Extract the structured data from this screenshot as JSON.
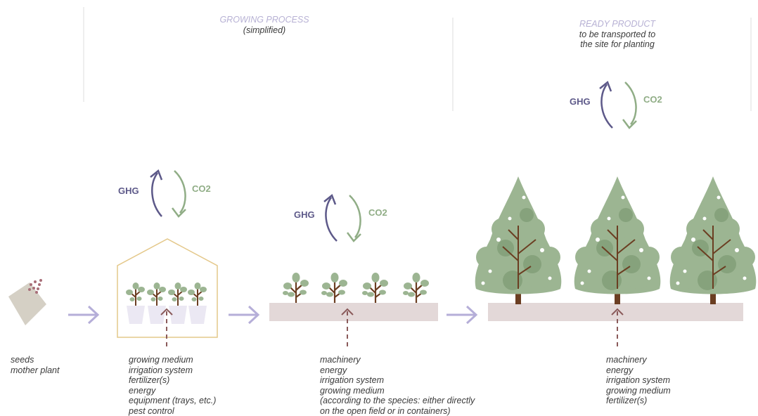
{
  "colors": {
    "ghg": "#5d5989",
    "co2": "#90ad86",
    "flow_arrow": "#b5aed8",
    "input_arrow": "#8a5a5a",
    "greenhouse": "#e4c88a",
    "ground": "#e3d8d8",
    "foliage": "#9cb592",
    "trunk": "#6b3e22",
    "heading_accent": "#b7b1d4",
    "text": "#3a3a3a"
  },
  "header": {
    "growing": {
      "title": "GROWING PROCESS",
      "subtitle": "(simplified)"
    },
    "ready": {
      "title": "READY PRODUCT",
      "subtitle_lines": [
        "to be transported to",
        "the site for planting"
      ]
    }
  },
  "cycles": [
    {
      "ghg": "GHG",
      "co2": "CO2"
    },
    {
      "ghg": "GHG",
      "co2": "CO2"
    },
    {
      "ghg": "GHG",
      "co2": "CO2"
    }
  ],
  "stages": [
    {
      "id": "seeds",
      "icon": "seed-bag-icon",
      "inputs": [
        "seeds",
        "mother plant"
      ]
    },
    {
      "id": "greenhouse",
      "icon": "greenhouse-icon",
      "inputs": [
        "growing medium",
        "irrigation system",
        "fertilizer(s)",
        "energy",
        "equipment (trays, etc.)",
        "pest control"
      ]
    },
    {
      "id": "field",
      "icon": "seedlings-icon",
      "inputs": [
        "machinery",
        "energy",
        "irrigation system",
        "growing medium",
        "(according to the species: either directly",
        "on the open field or in containers)"
      ]
    },
    {
      "id": "trees",
      "icon": "trees-icon",
      "inputs": [
        "machinery",
        "energy",
        "irrigation system",
        "growing medium",
        "fertilizer(s)"
      ]
    }
  ]
}
